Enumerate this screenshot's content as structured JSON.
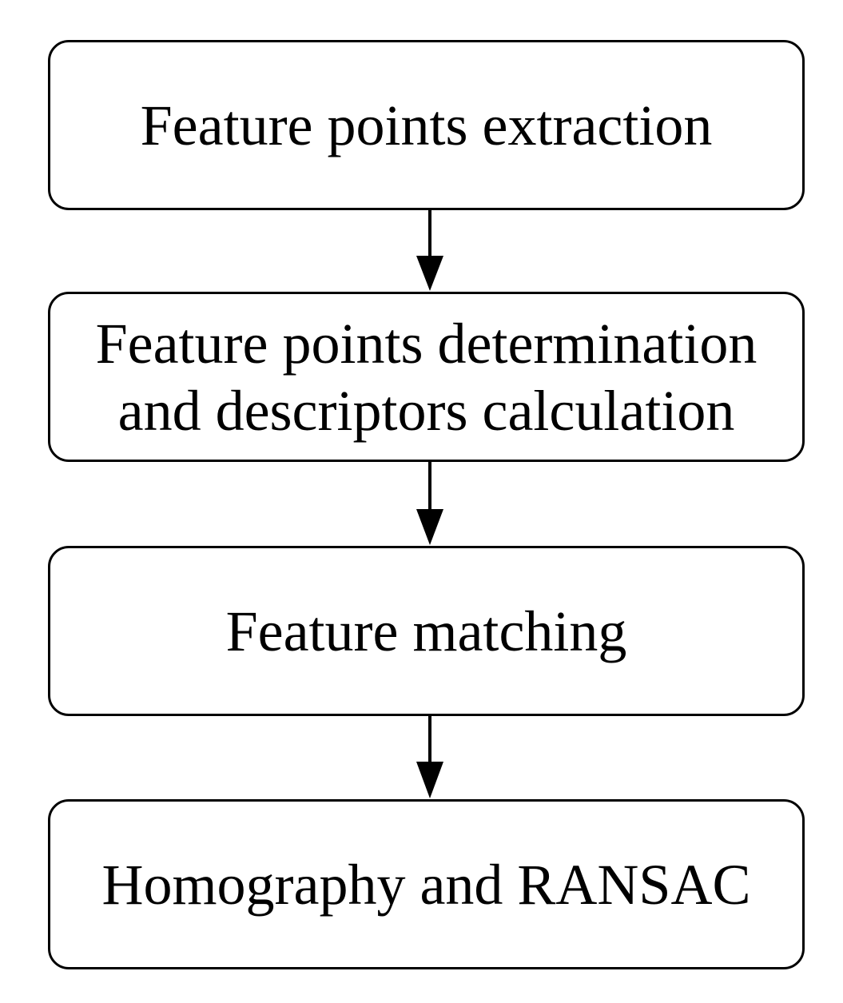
{
  "diagram": {
    "steps": [
      {
        "label": "Feature points extraction"
      },
      {
        "label": "Feature points determination\nand descriptors calculation"
      },
      {
        "label": "Feature matching"
      },
      {
        "label": "Homography and RANSAC"
      }
    ],
    "edges": [
      {
        "from": 0,
        "to": 1
      },
      {
        "from": 1,
        "to": 2
      },
      {
        "from": 2,
        "to": 3
      }
    ]
  }
}
